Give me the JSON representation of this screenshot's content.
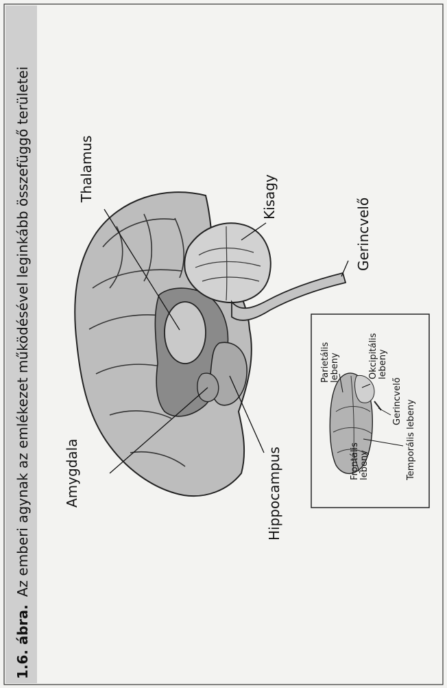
{
  "caption": {
    "number": "1.6. ábra.",
    "text": "Az emberi agynak az emlékezet működésével leginkább összefüggő területei"
  },
  "main_labels": {
    "thalamus": "Thalamus",
    "kisagy": "Kisagy",
    "gerincvelo": "Gerincvelő",
    "amygdala": "Amygdala",
    "hippocampus": "Hippocampus"
  },
  "inset_labels": {
    "parietalis": [
      "Parietális",
      "lebeny"
    ],
    "okcipitalis": [
      "Okcipitális",
      "lebeny"
    ],
    "gerincvelo": "Gerincvelő",
    "frontalis": [
      "Frontális",
      "lebeny"
    ],
    "temporalis": "Temporális lebeny"
  },
  "colors": {
    "page": "#f3f3f1",
    "caption_band": "#cfcfcf",
    "brain_fill": "#bdbdbd",
    "brain_dark": "#8a8a8a",
    "outline": "#222222"
  }
}
